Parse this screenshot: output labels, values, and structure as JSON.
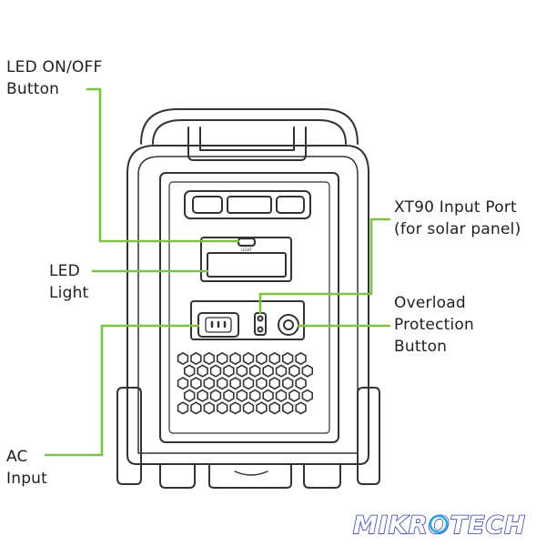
{
  "labels": {
    "led_button": "LED ON/OFF\nButton",
    "led_light": "LED\nLight",
    "ac_input": "AC\nInput",
    "xt90_port": "XT90 Input Port\n(for solar panel)",
    "overload_button": "Overload\nProtection\nButton"
  },
  "device": {
    "led_small_label": "LIGHT"
  },
  "brand": {
    "logo_text": "MIKROTECH"
  },
  "colors": {
    "leader_line": "#7dc242",
    "outline": "#333333",
    "logo_primary": "#3a3ea8",
    "logo_accent": "#2aa6df"
  }
}
